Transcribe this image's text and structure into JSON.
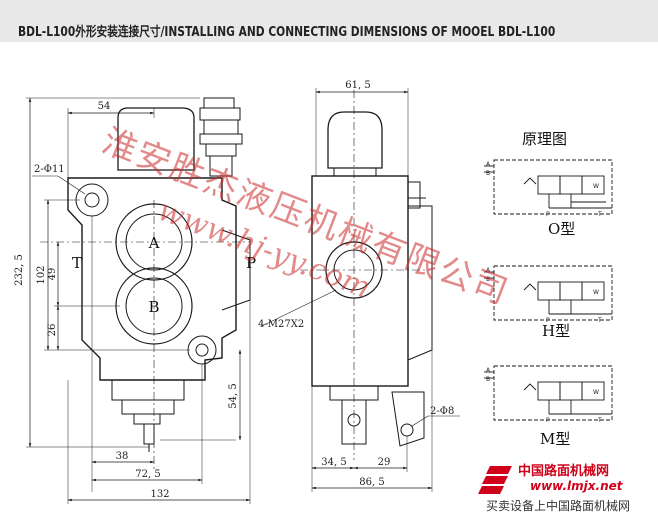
{
  "title": "BDL-L100外形安装连接尺寸/INSTALLING AND CONNECTING DIMENSIONS OF MOOEL BDL-L100",
  "front_view": {
    "dims": {
      "d54": "54",
      "d2phi11": "2-Φ11",
      "d232_5": "232, 5",
      "d102": "102",
      "d49": "49",
      "d26": "26",
      "d54_5": "54, 5",
      "d38": "38",
      "d72_5": "72, 5",
      "d132": "132"
    },
    "ports": {
      "A": "A",
      "B": "B",
      "T": "T",
      "P": "P"
    }
  },
  "side_view": {
    "dims": {
      "d61_5": "61, 5",
      "d4m27": "4-M27X2",
      "d2phi8": "2-Φ8",
      "d34_5": "34, 5",
      "d29": "29",
      "d86_5": "86, 5"
    }
  },
  "schematic": {
    "title": "原理图",
    "types": [
      "O型",
      "H型",
      "M型"
    ],
    "letters": {
      "A": "A",
      "B": "B",
      "P": "P",
      "T": "T",
      "W": "W"
    }
  },
  "watermark": {
    "company": "淮安胜杰液压机械有限公司",
    "url": "www.hj-yy.com"
  },
  "logo": {
    "name": "中国路面机械网",
    "url": "www.lmjx.net",
    "tagline": "买卖设备上中国路面机械网"
  },
  "colors": {
    "line": "#1a1a1a",
    "watermark": "#cc2a2a",
    "logo": "#d0021b",
    "header_bg": "#e8e8e8"
  }
}
